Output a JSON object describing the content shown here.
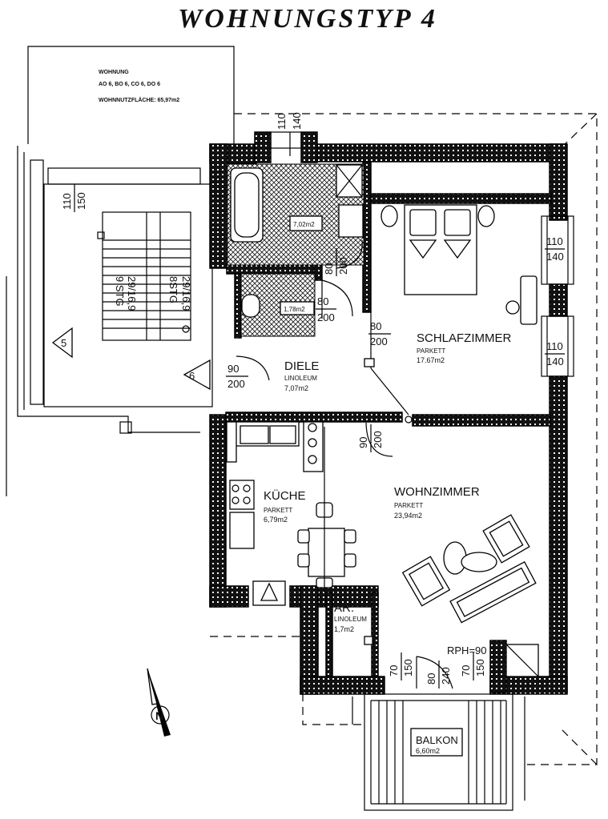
{
  "title": "WOHNUNGSTYP 4",
  "info": {
    "line1": "WOHNUNG",
    "line2": "AO 6, BO 6, CO 6, DO 6",
    "line3": "WOHNNUTZFLÄCHE: 65,97m2"
  },
  "rooms": {
    "bad_area": "7,02m2",
    "wc_area": "1,78m2",
    "schlafzimmer": {
      "name": "SCHLAFZIMMER",
      "floor": "PARKETT",
      "area": "17.67m2"
    },
    "diele": {
      "name": "DIELE",
      "floor": "LINOLEUM",
      "area": "7,07m2"
    },
    "kueche": {
      "name": "KÜCHE",
      "floor": "PARKETT",
      "area": "6,79m2"
    },
    "wohnzimmer": {
      "name": "WOHNZIMMER",
      "floor": "PARKETT",
      "area": "23,94m2"
    },
    "abstellraum": {
      "name": "AR.",
      "floor": "LINOLEUM",
      "area": "1,7m2"
    },
    "balkon": {
      "name": "BALKON",
      "area": "6,60m2"
    }
  },
  "stairs": {
    "stg1": "9 STG",
    "ratio1": "29/16,9",
    "stg2": "8STG",
    "ratio2": "29/16,9",
    "marker5": "5",
    "marker6": "6"
  },
  "dimensions": {
    "d_110a": "110",
    "d_140a": "140",
    "d_110b": "110",
    "d_150b": "150",
    "d_110c": "110",
    "d_140c": "140",
    "d_110d": "110",
    "d_140d": "140",
    "d_80a": "80",
    "d_200a": "200",
    "d_80b": "80",
    "d_200b": "200",
    "d_80c": "80",
    "d_200c": "200",
    "d_90a": "90",
    "d_200d": "200",
    "d_90b": "90",
    "d_200e": "200",
    "d_70a": "70",
    "d_150e": "150",
    "d_80d": "80",
    "d_240": "240",
    "d_70b": "70",
    "d_150f": "150",
    "rph": "RPH=90"
  },
  "compass": "N"
}
